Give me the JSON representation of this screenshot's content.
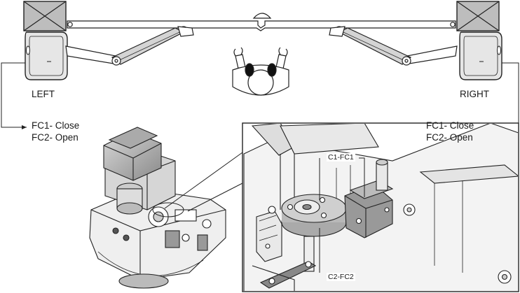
{
  "labels": {
    "left": "LEFT",
    "right": "RIGHT",
    "left_fc1": "FC1- Close",
    "left_fc2": "FC2- Open",
    "right_fc1": "FC1- Close",
    "right_fc2": "FC2- Open",
    "c1_fc1": "C1-FC1",
    "c2_fc2": "C2-FC2"
  }
}
